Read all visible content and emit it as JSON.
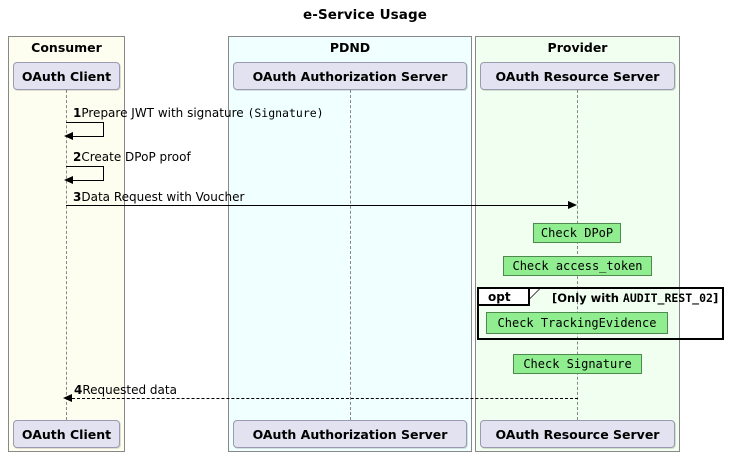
{
  "diagram": {
    "title": "e-Service Usage",
    "type": "uml-sequence-diagram"
  },
  "groups": [
    {
      "id": "consumer",
      "label": "Consumer",
      "color": "#FEFEF0"
    },
    {
      "id": "pdnd",
      "label": "PDND",
      "color": "#F0FFFF"
    },
    {
      "id": "provider",
      "label": "Provider",
      "color": "#F0FFF0"
    }
  ],
  "participants": [
    {
      "id": "oauth-client",
      "label": "OAuth Client",
      "group": "consumer"
    },
    {
      "id": "oauth-authorization-server",
      "label": "OAuth Authorization Server",
      "group": "pdnd"
    },
    {
      "id": "oauth-resource-server",
      "label": "OAuth Resource Server",
      "group": "provider"
    }
  ],
  "messages": [
    {
      "num": "1",
      "text": "Prepare JWT with signature ",
      "mono": "(Signature)",
      "kind": "self",
      "from": "oauth-client",
      "to": "oauth-client"
    },
    {
      "num": "2",
      "text": "Create DPoP proof",
      "mono": "",
      "kind": "self",
      "from": "oauth-client",
      "to": "oauth-client"
    },
    {
      "num": "3",
      "text": "Data Request with Voucher",
      "mono": "",
      "kind": "solid",
      "from": "oauth-client",
      "to": "oauth-resource-server"
    },
    {
      "num": "4",
      "text": "Requested data",
      "mono": "",
      "kind": "dashed",
      "from": "oauth-resource-server",
      "to": "oauth-client"
    }
  ],
  "notes": [
    {
      "id": "check-dpop",
      "label": "Check DPoP",
      "color": "#90EE90"
    },
    {
      "id": "check-access-token",
      "label": "Check access_token",
      "color": "#90EE90"
    },
    {
      "id": "check-tracking-evidence",
      "label": "Check TrackingEvidence",
      "color": "#90EE90"
    },
    {
      "id": "check-signature",
      "label": "Check Signature",
      "color": "#90EE90"
    }
  ],
  "fragment": {
    "id": "opt-audit",
    "operator": "opt",
    "guard_prefix": "[Only with ",
    "guard_mono": "AUDIT_REST_02",
    "guard_suffix": "]"
  }
}
